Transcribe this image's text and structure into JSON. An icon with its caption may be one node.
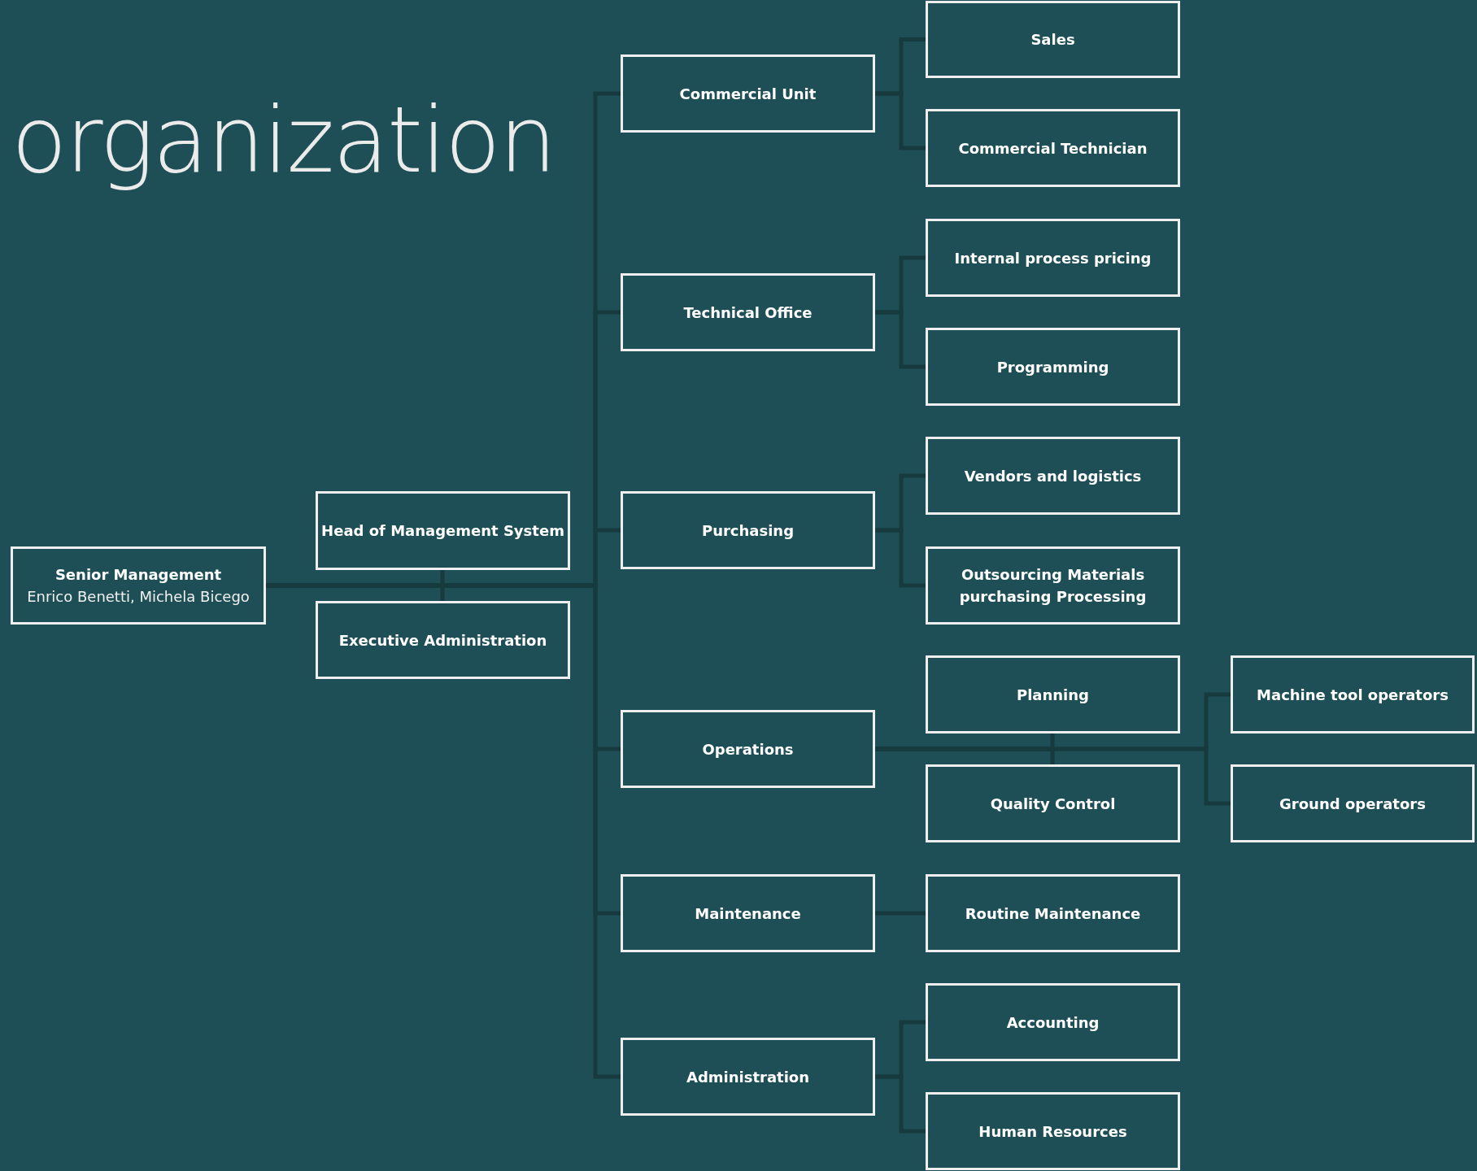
{
  "diagram": {
    "title": "organization",
    "nodes": [
      {
        "text": [
          "Senior Management",
          "Enrico Benetti, Michela Bicego"
        ]
      },
      {
        "text": [
          "Head of Management System"
        ]
      },
      {
        "text": [
          "Executive Administration"
        ]
      },
      {
        "text": [
          "Commercial Unit"
        ]
      },
      {
        "text": [
          "Sales"
        ]
      },
      {
        "text": [
          "Commercial Technician"
        ]
      },
      {
        "text": [
          "Technical Office"
        ]
      },
      {
        "text": [
          "Internal process pricing"
        ]
      },
      {
        "text": [
          "Programming"
        ]
      },
      {
        "text": [
          "Purchasing"
        ]
      },
      {
        "text": [
          "Vendors and logistics"
        ]
      },
      {
        "text": [
          "Outsourcing Materials purchasing Processing"
        ]
      },
      {
        "text": [
          "Operations"
        ]
      },
      {
        "text": [
          "Planning"
        ]
      },
      {
        "text": [
          "Quality Control"
        ]
      },
      {
        "text": [
          "Machine tool operators"
        ]
      },
      {
        "text": [
          "Ground operators"
        ]
      },
      {
        "text": [
          "Maintenance"
        ]
      },
      {
        "text": [
          "Routine Maintenance"
        ]
      },
      {
        "text": [
          "Administration"
        ]
      },
      {
        "text": [
          "Accounting"
        ]
      },
      {
        "text": [
          "Human Resources"
        ]
      }
    ],
    "edges": [
      {
        "from": 0,
        "to": 1,
        "arrow": "none"
      },
      {
        "from": 0,
        "to": 2,
        "arrow": "none"
      },
      {
        "from": 0,
        "to": 3,
        "arrow": "none"
      },
      {
        "from": 0,
        "to": 6,
        "arrow": "none"
      },
      {
        "from": 0,
        "to": 9,
        "arrow": "none"
      },
      {
        "from": 0,
        "to": 12,
        "arrow": "none"
      },
      {
        "from": 0,
        "to": 17,
        "arrow": "none"
      },
      {
        "from": 0,
        "to": 19,
        "arrow": "none"
      },
      {
        "from": 3,
        "to": 4,
        "arrow": "none"
      },
      {
        "from": 3,
        "to": 5,
        "arrow": "none"
      },
      {
        "from": 6,
        "to": 7,
        "arrow": "none"
      },
      {
        "from": 6,
        "to": 8,
        "arrow": "none"
      },
      {
        "from": 9,
        "to": 10,
        "arrow": "none"
      },
      {
        "from": 9,
        "to": 11,
        "arrow": "none"
      },
      {
        "from": 12,
        "to": 13,
        "arrow": "none"
      },
      {
        "from": 12,
        "to": 14,
        "arrow": "none"
      },
      {
        "from": 12,
        "to": 15,
        "arrow": "none"
      },
      {
        "from": 12,
        "to": 16,
        "arrow": "none"
      },
      {
        "from": 17,
        "to": 18,
        "arrow": "none"
      },
      {
        "from": 19,
        "to": 20,
        "arrow": "none"
      },
      {
        "from": 19,
        "to": 21,
        "arrow": "none"
      }
    ]
  }
}
